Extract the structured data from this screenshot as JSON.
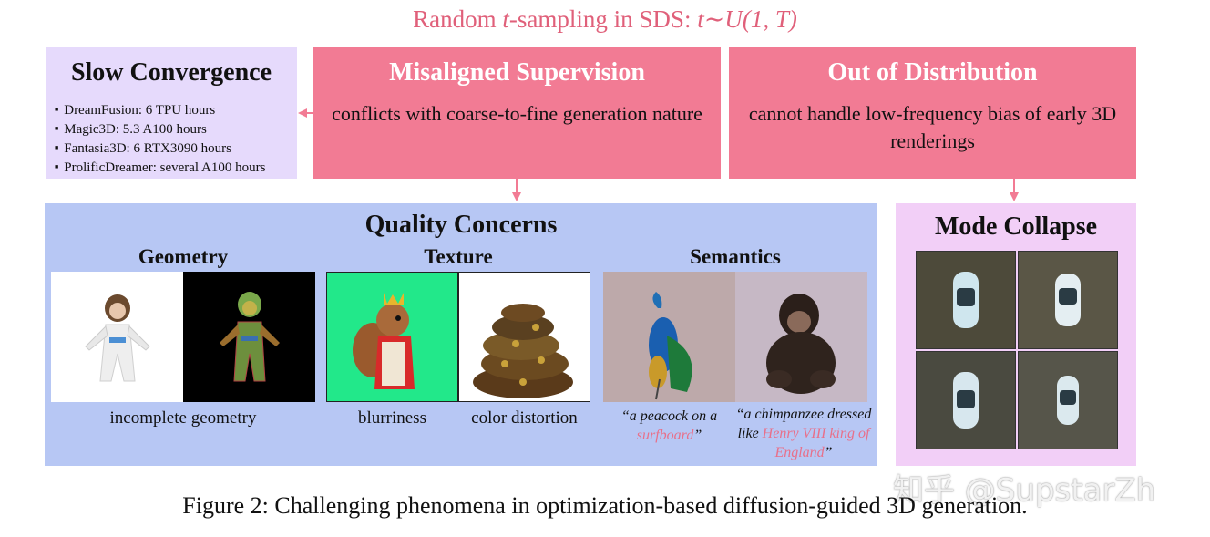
{
  "header": {
    "prefix": "Random ",
    "t_var": "t",
    "middle": "-sampling in SDS: ",
    "formula": "t∼U(1, T)"
  },
  "slow_convergence": {
    "title": "Slow Convergence",
    "items": [
      "DreamFusion: 6 TPU hours",
      "Magic3D: 5.3 A100 hours",
      "Fantasia3D: 6 RTX3090 hours",
      "ProlificDreamer: several A100 hours"
    ]
  },
  "misaligned": {
    "title": "Misaligned Supervision",
    "desc": "conflicts with coarse-to-fine generation nature"
  },
  "out_of_distribution": {
    "title": "Out of Distribution",
    "desc": "cannot handle low-frequency bias of early 3D renderings"
  },
  "quality": {
    "title": "Quality Concerns",
    "geometry": {
      "title": "Geometry",
      "caption": "incomplete geometry"
    },
    "texture": {
      "title": "Texture",
      "caption_left": "blurriness",
      "caption_right": "color distortion"
    },
    "semantics": {
      "title": "Semantics",
      "prompt1_a": "“a peacock on a ",
      "prompt1_b": "surfboard",
      "prompt1_c": "”",
      "prompt2_a": "“a chimpanzee dressed like ",
      "prompt2_b": "Henry VIII king of England",
      "prompt2_c": "”"
    }
  },
  "mode_collapse": {
    "title": "Mode Collapse"
  },
  "figure_caption": "Figure 2: Challenging phenomena in optimization-based diffusion-guided 3D generation.",
  "watermark": "知乎 @SupstarZh",
  "colors": {
    "accent_pink": "#f27b94",
    "title_pink": "#e0607a",
    "purple_box": "#e6dafc",
    "blue_box": "#b7c7f4",
    "lilac_box": "#f2cff7"
  }
}
